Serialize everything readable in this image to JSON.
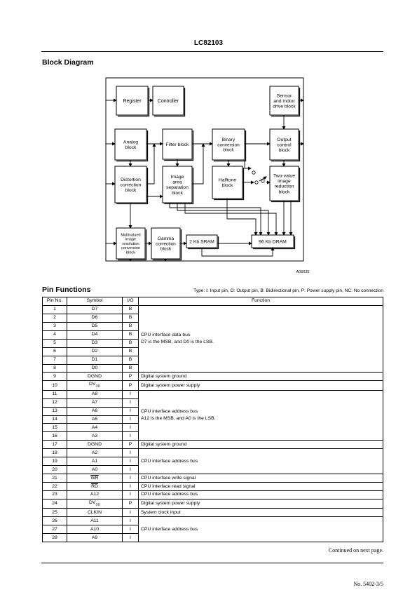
{
  "header": {
    "title": "LC82103"
  },
  "block_diagram": {
    "heading": "Block Diagram",
    "figure_id": "A05635",
    "blocks": {
      "register": [
        "Register"
      ],
      "controller": [
        "Controller"
      ],
      "sensor": [
        "Sensor",
        "and motor",
        "drive block"
      ],
      "analog": [
        "Analog",
        "block"
      ],
      "filter": [
        "Filter block"
      ],
      "binary": [
        "Binary",
        "conversion",
        "block"
      ],
      "output": [
        "Output",
        "control",
        "block"
      ],
      "distortion": [
        "Distortion",
        "correction",
        "block"
      ],
      "image_area": [
        "Image",
        "area",
        "separation",
        "block"
      ],
      "halftone": [
        "Halftone",
        "block"
      ],
      "two_value": [
        "Two-value",
        "image",
        "reduction",
        "block"
      ],
      "multivalued": [
        "Multivalued",
        "image",
        "resolution",
        "conversion",
        "block"
      ],
      "gamma": [
        "Gamma",
        "correction",
        "block"
      ],
      "sram": [
        "2 Kb SRAM"
      ],
      "dram": [
        "96 Kb DRAM"
      ]
    }
  },
  "pin_functions": {
    "heading": "Pin Functions",
    "type_note": "Type: I: Input pin, O: Output pin, B: Bidirectional pin, P: Power supply pin, NC: No connection",
    "columns": [
      "Pin No.",
      "Symbol",
      "I/O",
      "Function"
    ],
    "rows": [
      {
        "pin": "1",
        "sym": "D7",
        "io": "B"
      },
      {
        "pin": "2",
        "sym": "D6",
        "io": "B"
      },
      {
        "pin": "3",
        "sym": "D5",
        "io": "B"
      },
      {
        "pin": "4",
        "sym": "D4",
        "io": "B"
      },
      {
        "pin": "5",
        "sym": "D3",
        "io": "B"
      },
      {
        "pin": "6",
        "sym": "D2",
        "io": "B"
      },
      {
        "pin": "7",
        "sym": "D1",
        "io": "B"
      },
      {
        "pin": "8",
        "sym": "D0",
        "io": "B"
      },
      {
        "pin": "9",
        "sym": "DGND",
        "io": "P"
      },
      {
        "pin": "10",
        "sym": "DV",
        "sub": "DD",
        "io": "P"
      },
      {
        "pin": "11",
        "sym": "A8",
        "io": "I"
      },
      {
        "pin": "12",
        "sym": "A7",
        "io": "I"
      },
      {
        "pin": "13",
        "sym": "A6",
        "io": "I"
      },
      {
        "pin": "14",
        "sym": "A5",
        "io": "I"
      },
      {
        "pin": "15",
        "sym": "A4",
        "io": "I"
      },
      {
        "pin": "16",
        "sym": "A3",
        "io": "I"
      },
      {
        "pin": "17",
        "sym": "DGND",
        "io": "P"
      },
      {
        "pin": "18",
        "sym": "A2",
        "io": "I"
      },
      {
        "pin": "19",
        "sym": "A1",
        "io": "I"
      },
      {
        "pin": "20",
        "sym": "A0",
        "io": "I"
      },
      {
        "pin": "21",
        "sym": "WR",
        "overline": true,
        "io": "I"
      },
      {
        "pin": "22",
        "sym": "RD",
        "overline": true,
        "io": "I"
      },
      {
        "pin": "23",
        "sym": "A12",
        "io": "I"
      },
      {
        "pin": "24",
        "sym": "DV",
        "sub": "DD",
        "io": "P"
      },
      {
        "pin": "25",
        "sym": "CLKIN",
        "io": "I"
      },
      {
        "pin": "26",
        "sym": "A11",
        "io": "I"
      },
      {
        "pin": "27",
        "sym": "A10",
        "io": "I"
      },
      {
        "pin": "28",
        "sym": "A9",
        "io": "I"
      }
    ],
    "functions": [
      {
        "start": 0,
        "span": 8,
        "lines": [
          "CPU interface data bus",
          "D7 is the MSB, and D0 is the LSB."
        ]
      },
      {
        "start": 8,
        "span": 1,
        "lines": [
          "Digital system ground"
        ]
      },
      {
        "start": 9,
        "span": 1,
        "lines": [
          "Digital system power supply"
        ]
      },
      {
        "start": 10,
        "span": 6,
        "lines": [
          "CPU interface address bus",
          "A12 is the MSB, and A0 is the LSB."
        ]
      },
      {
        "start": 16,
        "span": 1,
        "lines": [
          "Digital system ground"
        ]
      },
      {
        "start": 17,
        "span": 3,
        "lines": [
          "CPU interface address bus"
        ]
      },
      {
        "start": 20,
        "span": 1,
        "lines": [
          "CPU interface write signal"
        ]
      },
      {
        "start": 21,
        "span": 1,
        "lines": [
          "CPU interface read signal"
        ]
      },
      {
        "start": 22,
        "span": 1,
        "lines": [
          "CPU interface address bus"
        ]
      },
      {
        "start": 23,
        "span": 1,
        "lines": [
          "Digital system power supply"
        ]
      },
      {
        "start": 24,
        "span": 1,
        "lines": [
          "System clock input"
        ]
      },
      {
        "start": 25,
        "span": 3,
        "lines": [
          "CPU interface address bus"
        ]
      }
    ]
  },
  "footer": {
    "continued": "Continued on next page.",
    "page_no": "No. 5402-3/5"
  }
}
